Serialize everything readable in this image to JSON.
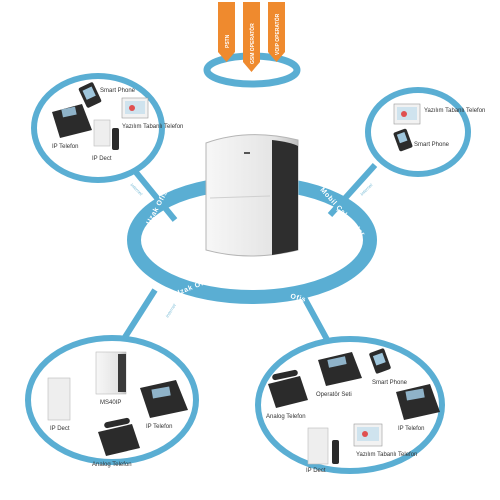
{
  "colors": {
    "ring": "#5aaed3",
    "ring_dark": "#3f95bd",
    "circle_fill": "#ffffff",
    "tag": "#ef8a2e",
    "phone_dark": "#2b2b2b",
    "device_light": "#eeeeee"
  },
  "operators": [
    "PSTN",
    "GSM OPERATÖR",
    "VOIP OPERATÖR"
  ],
  "ring_labels": {
    "left_upper": "Uzak Ofis",
    "right_upper": "Mobil Çalışanlar",
    "left_lower": "Uzak Ofis",
    "right_lower": "Ofis"
  },
  "link_labels": {
    "top_left": "Internet",
    "top_right": "Internet",
    "bottom_left": "Internet"
  },
  "top_left": {
    "labels": [
      "IP Telefon",
      "IP Dect",
      "Smart Phone",
      "Yazılım Tabanlı Telefon"
    ]
  },
  "top_right": {
    "labels": [
      "Yazılım Tabanlı Telefon",
      "Smart Phone"
    ]
  },
  "bottom_left": {
    "labels": [
      "MS40IP",
      "IP Telefon",
      "IP Dect",
      "Analog Telefon"
    ]
  },
  "bottom_right": {
    "labels": [
      "Operatör Seti",
      "Smart Phone",
      "Analog Telefon",
      "IP Telefon",
      "IP Dect",
      "Yazılım Tabanlı Telefon"
    ]
  }
}
